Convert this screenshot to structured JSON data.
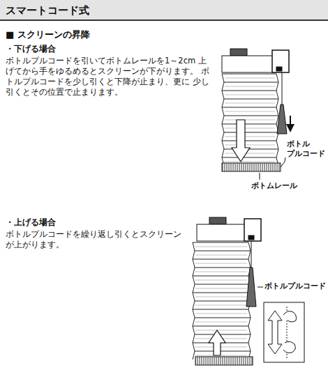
{
  "diagram": {
    "title": "スマートコード式",
    "labels": [
      "■ スクリーンの昇降",
      "・下げる場合",
      "ボトルプルコードを引いてボトムレールを1～2cm 上げてから手をゆるめるとスクリーンが下がります。 ボトルプルコードを少し引くと下降が止まり、更に 少し引くとその位置で止まります。",
      "ボトル プルコード",
      "ボトムレール",
      "・上げる場合",
      "ボトルプルコードを繰り返し引くとスクリーン が上がります。",
      "ボトルプルコード"
    ]
  }
}
